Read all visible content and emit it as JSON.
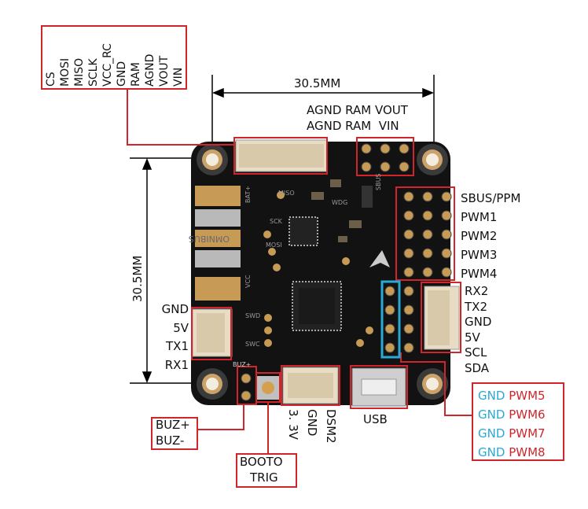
{
  "spi_labels": [
    "VIN",
    "VOUT",
    "AGND",
    "RAM",
    "GND",
    "VCC_RC",
    "SCLK",
    "MISO",
    "MOSI",
    "CS"
  ],
  "dimension_horizontal": "30.5MM",
  "dimension_vertical": "30.5MM",
  "top_header": {
    "row1": "AGND RAM VOUT",
    "row2": "AGND RAM  VIN"
  },
  "right_header": [
    "SBUS/PPM",
    "PWM1",
    "PWM2",
    "PWM3",
    "PWM4"
  ],
  "uart1": [
    "GND",
    "5V",
    "TX1",
    "RX1"
  ],
  "i2c_uart2": [
    "RX2",
    "TX2",
    "GND",
    "5V",
    "SCL",
    "SDA"
  ],
  "buzzer": [
    "BUZ+",
    "BUZ-"
  ],
  "boot": [
    "BOOTO",
    "TRIG"
  ],
  "dsm2": {
    "pins": [
      "3. 3V",
      "GND",
      "DSM2"
    ]
  },
  "usb": "USB",
  "pwm_extra": [
    {
      "gnd": "GND",
      "pwm": "PWM5"
    },
    {
      "gnd": "GND",
      "pwm": "PWM6"
    },
    {
      "gnd": "GND",
      "pwm": "PWM7"
    },
    {
      "gnd": "GND",
      "pwm": "PWM8"
    }
  ],
  "silkscreen": [
    "OMNIBUS",
    "VCC",
    "BAT+",
    "SBUS",
    "MISO",
    "SCK",
    "MOSI",
    "WDG",
    "SWD",
    "SWC",
    "BUZ+"
  ],
  "colors": {
    "red": "#d0262b",
    "cyan": "#29a9d6",
    "pcb": "#121212",
    "gold": "#c79a55"
  }
}
